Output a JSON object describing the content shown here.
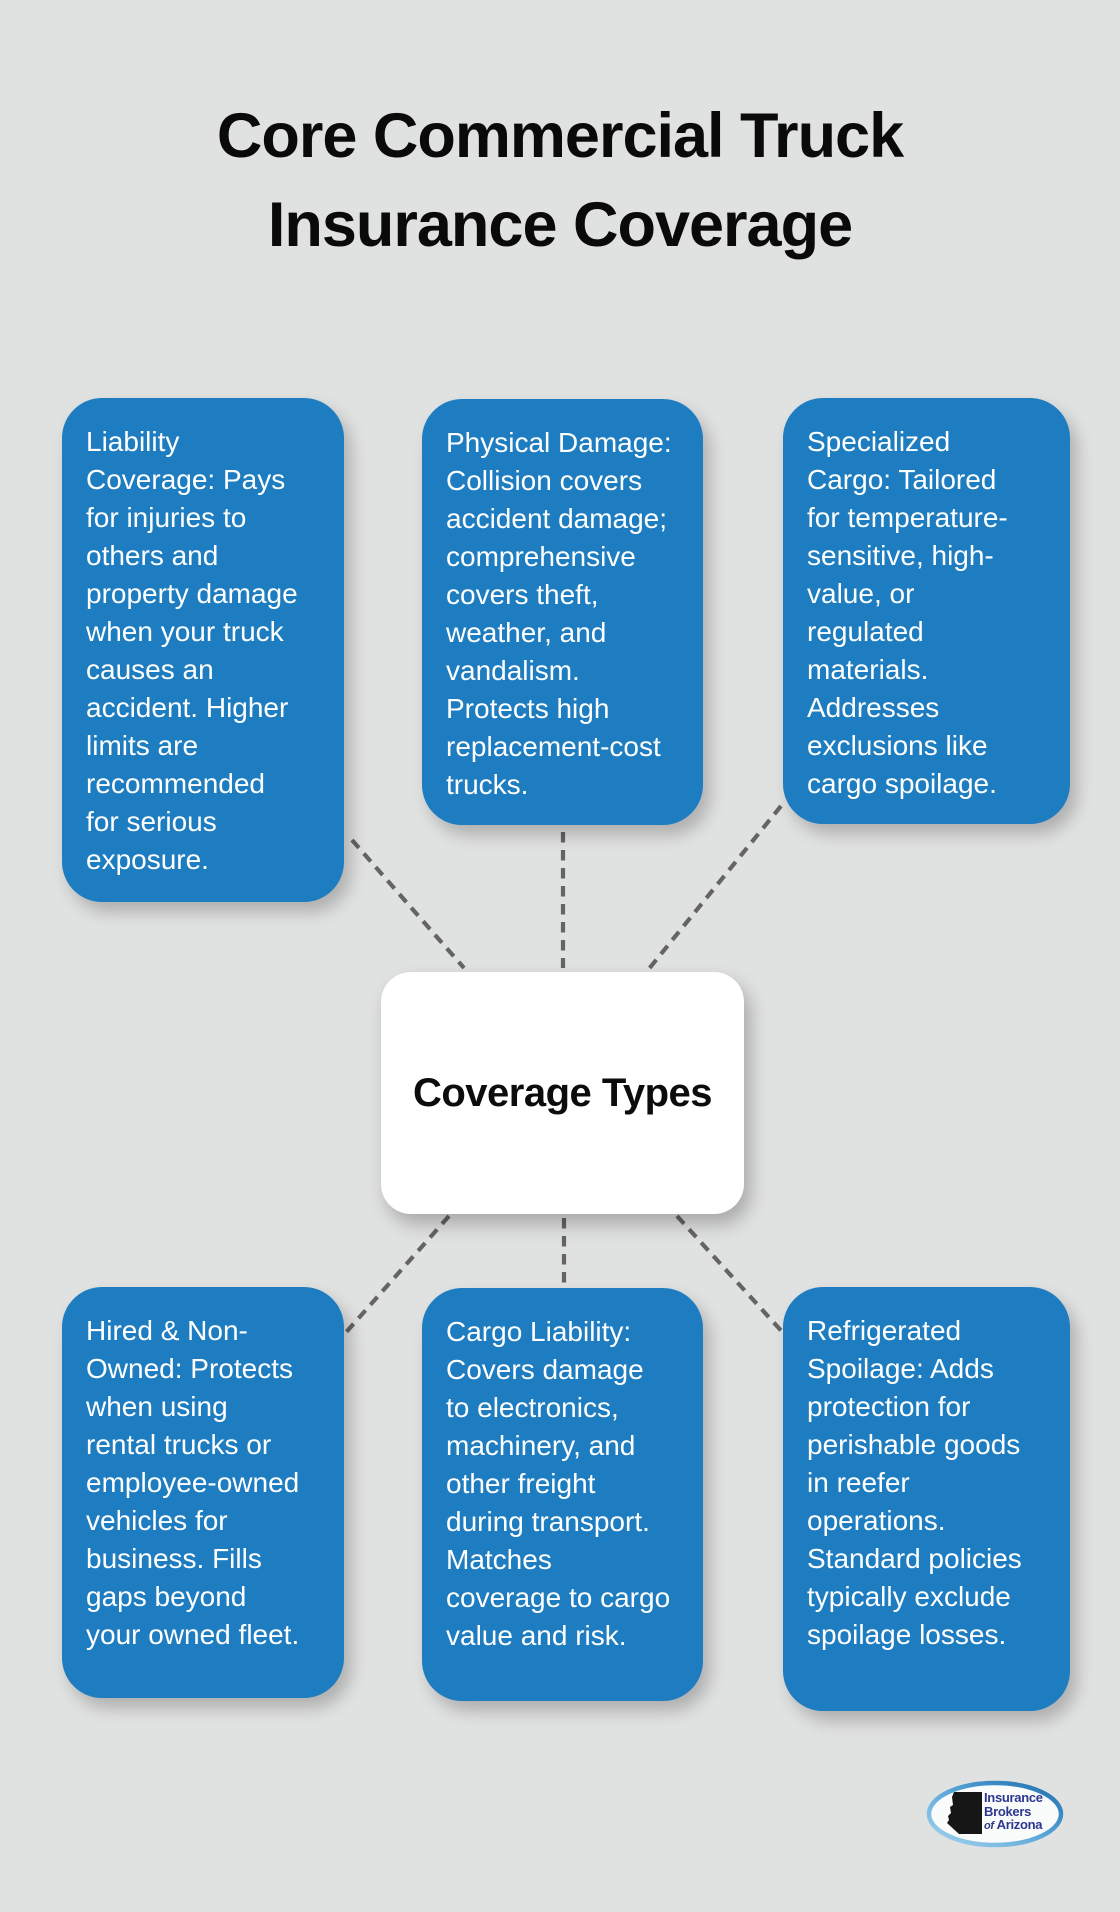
{
  "title": {
    "line1": "Core Commercial Truck",
    "line2": "Insurance Coverage"
  },
  "center_node": {
    "label": "Coverage Types"
  },
  "nodes": [
    {
      "id": "liability-coverage",
      "text": "Liability\nCoverage: Pays\nfor injuries to\nothers and\nproperty damage\nwhen your truck\ncauses an\naccident. Higher\nlimits are\nrecommended\nfor serious\nexposure."
    },
    {
      "id": "physical-damage",
      "text": "Physical Damage:\nCollision covers\naccident damage;\ncomprehensive\ncovers theft,\nweather, and\nvandalism.\nProtects high\nreplacement-cost\ntrucks."
    },
    {
      "id": "specialized-cargo",
      "text": "Specialized\nCargo: Tailored\nfor temperature-\nsensitive, high-\nvalue, or\nregulated\nmaterials.\nAddresses\nexclusions like\ncargo spoilage."
    },
    {
      "id": "hired-non-owned",
      "text": "Hired & Non-\nOwned: Protects\nwhen using\nrental trucks or\nemployee-owned\nvehicles for\nbusiness. Fills\ngaps beyond\nyour owned fleet."
    },
    {
      "id": "cargo-liability",
      "text": "Cargo Liability:\nCovers damage\nto electronics,\nmachinery, and\nother freight\nduring transport.\nMatches\ncoverage to cargo\nvalue and risk."
    },
    {
      "id": "refrigerated-spoilage",
      "text": "Refrigerated\nSpoilage: Adds\nprotection for\nperishable goods\nin reefer\noperations.\nStandard policies\ntypically exclude\nspoilage losses."
    }
  ],
  "logo": {
    "line1": "Insurance",
    "line2": "Brokers",
    "line3_prefix": "of",
    "line3": "Arizona"
  },
  "colors": {
    "node_blue": "#1e7dc0",
    "background_gray": "#e0e1e1",
    "connector_gray": "#646464",
    "logo_navy": "#2c3790"
  }
}
